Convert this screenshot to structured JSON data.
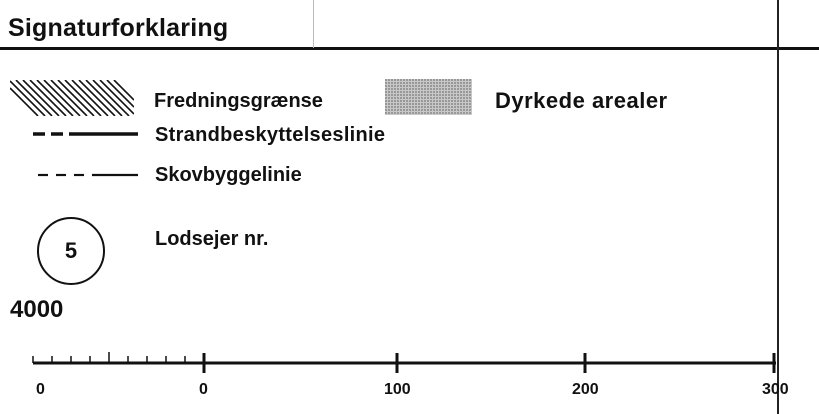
{
  "legend": {
    "title": "Signaturforklaring",
    "items": {
      "preservation_boundary": {
        "label": "Fredningsgrænse"
      },
      "cultivated_areas": {
        "label": "Dyrkede arealer"
      },
      "beach_protection_line": {
        "label": "Strandbeskyttelseslinie"
      },
      "forest_building_line": {
        "label": "Skovbyggelinie"
      },
      "landowner_number": {
        "symbol_text": "5",
        "label": "Lodsejer nr."
      }
    }
  },
  "scale": {
    "denominator_text": "4000",
    "tick_labels": [
      "0",
      "0",
      "100",
      "200",
      "300"
    ]
  }
}
